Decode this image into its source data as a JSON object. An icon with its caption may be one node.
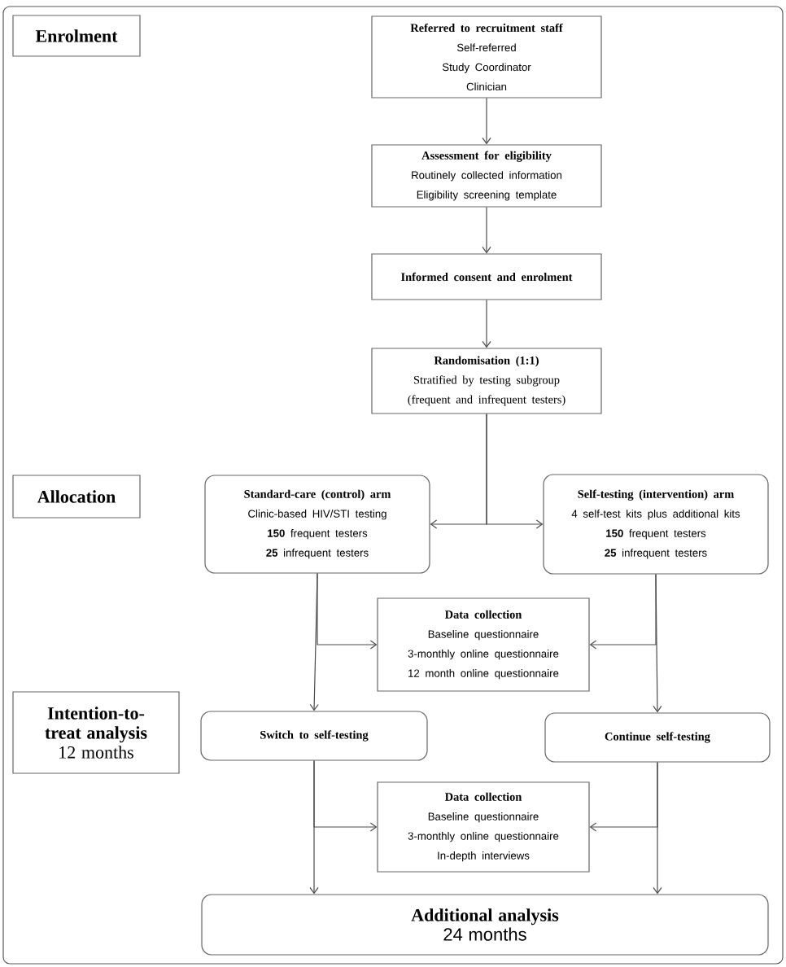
{
  "diagram": {
    "nodes": [
      {
        "text": [
          "Enrolment"
        ]
      },
      {
        "text": [
          "Referred to recruitment staff",
          "Self-referred",
          "Study Coordinator",
          "Clinician"
        ]
      },
      {
        "text": [
          "Assessment for eligibility",
          "Routinely collected information",
          "Eligibility screening template"
        ]
      },
      {
        "text": [
          "Informed consent and enrolment"
        ]
      },
      {
        "text": [
          "**Randomisation** (1:1)",
          "Stratified by testing subgroup (frequent and infrequent testers)"
        ]
      },
      {
        "text": [
          "Allocation"
        ]
      },
      {
        "text": [
          "Standard-care (control) arm",
          "Clinic-based HIV/STI testing",
          "**150** frequent testers",
          "**25** infrequent testers"
        ]
      },
      {
        "text": [
          "Self-testing (intervention) arm",
          "4 self-test kits plus additional kits",
          "**150** frequent testers",
          "**25** infrequent testers"
        ]
      },
      {
        "text": [
          "Data collection",
          "Baseline questionnaire",
          "3-monthly online questionnaire",
          "12 month online questionnaire"
        ]
      },
      {
        "text": [
          "Intention-to-treat analysis",
          "12 months"
        ]
      },
      {
        "text": [
          "Switch to self-testing"
        ]
      },
      {
        "text": [
          "Continue self-testing"
        ]
      },
      {
        "text": [
          "Data collection",
          "Baseline questionnaire",
          "3-monthly online questionnaire",
          "In-depth interviews"
        ]
      },
      {
        "text": [
          "Additional analysis",
          "24 months"
        ]
      }
    ],
    "edges": [
      {
        "from": 1,
        "to": 2,
        "arrow": "to"
      },
      {
        "from": 2,
        "to": 3,
        "arrow": "to"
      },
      {
        "from": 3,
        "to": 4,
        "arrow": "to"
      },
      {
        "from": 4,
        "to": 6,
        "arrow": "to"
      },
      {
        "from": 4,
        "to": 7,
        "arrow": "to"
      },
      {
        "from": 6,
        "to": 10,
        "arrow": "to"
      },
      {
        "from": 6,
        "to": 8,
        "arrow": "to"
      },
      {
        "from": 7,
        "to": 11,
        "arrow": "to"
      },
      {
        "from": 7,
        "to": 8,
        "arrow": "to"
      },
      {
        "from": 10,
        "to": 13,
        "arrow": "to"
      },
      {
        "from": 10,
        "to": 12,
        "arrow": "to"
      },
      {
        "from": 11,
        "to": 13,
        "arrow": "to"
      },
      {
        "from": 11,
        "to": 12,
        "arrow": "to"
      }
    ]
  }
}
